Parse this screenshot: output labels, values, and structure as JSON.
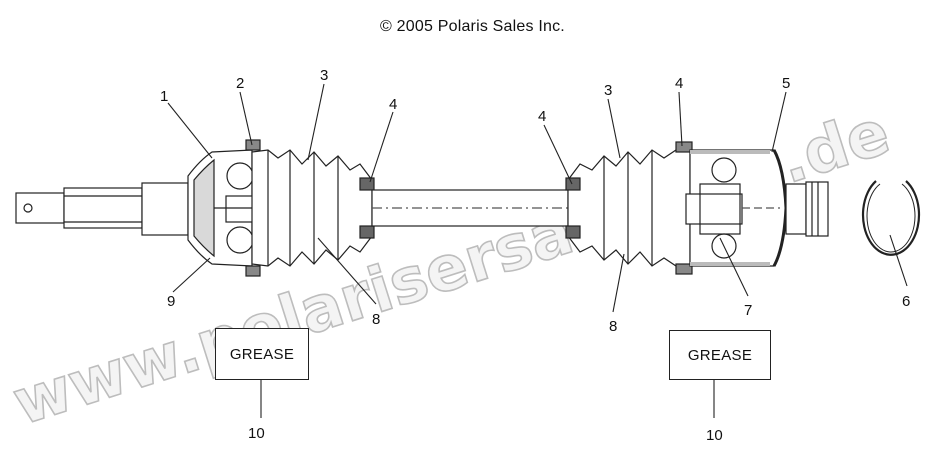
{
  "copyright": "© 2005 Polaris Sales Inc.",
  "watermark": "www.polarisersatzteile.de",
  "callouts": {
    "c1": "1",
    "c2": "2",
    "c3_left": "3",
    "c4_left": "4",
    "c4_mid": "4",
    "c3_right": "3",
    "c4_right": "4",
    "c5": "5",
    "c6": "6",
    "c7": "7",
    "c8_left": "8",
    "c8_right": "8",
    "c9": "9",
    "c10_left": "10",
    "c10_right": "10"
  },
  "grease_left": "GREASE",
  "grease_right": "GREASE"
}
